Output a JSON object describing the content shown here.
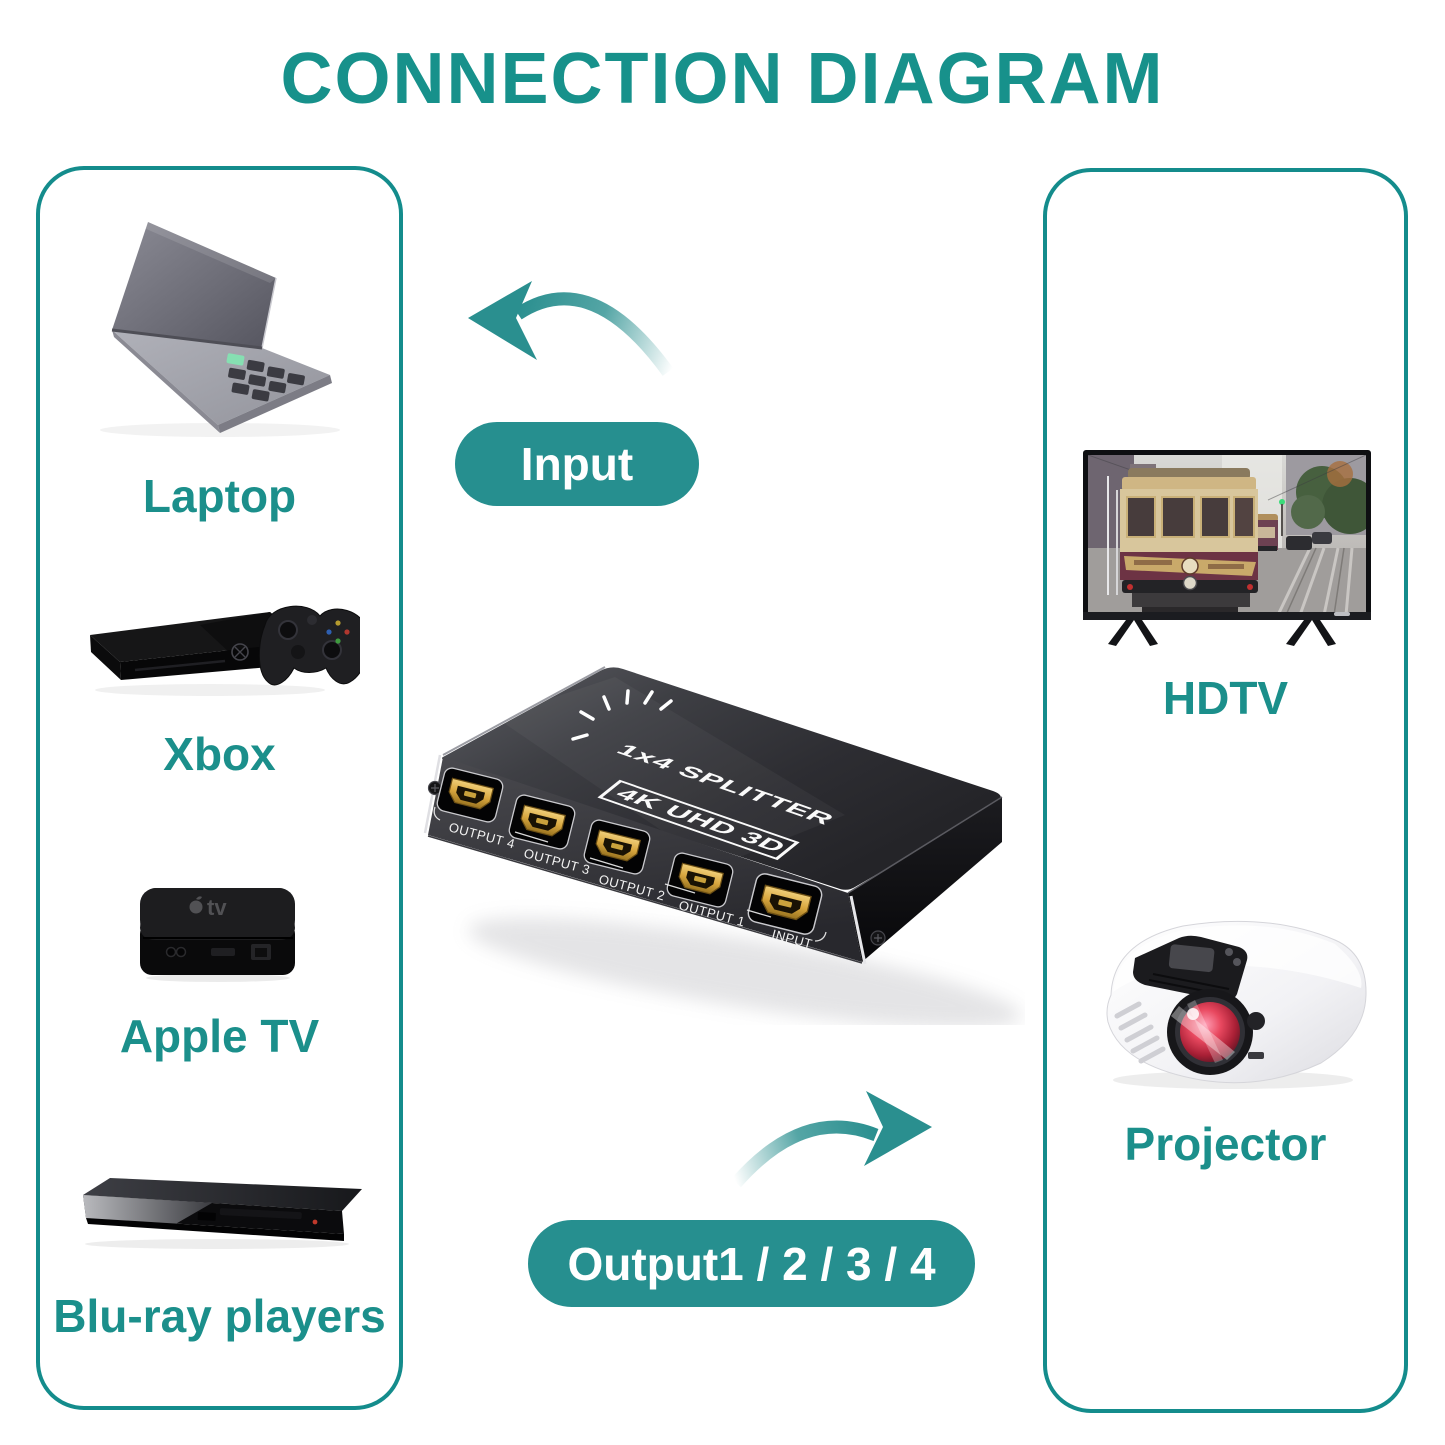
{
  "title": "CONNECTION DIAGRAM",
  "colors": {
    "title_teal": "#17918b",
    "label_teal": "#1b8f8b",
    "pill_teal": "#268f8f",
    "border_teal": "#148c8c",
    "arrow_teal": "#2a8f8f"
  },
  "source_panel": {
    "items": [
      {
        "label": "Laptop",
        "icon": "laptop-image"
      },
      {
        "label": "Xbox",
        "icon": "xbox-image"
      },
      {
        "label": "Apple TV",
        "icon": "apple-tv-image"
      },
      {
        "label": "Blu-ray players",
        "icon": "blu-ray-player-image"
      }
    ]
  },
  "display_panel": {
    "items": [
      {
        "label": "HDTV",
        "icon": "hdtv-image"
      },
      {
        "label": "Projector",
        "icon": "projector-image"
      }
    ]
  },
  "splitter": {
    "brand_line1": "1x4 SPLITTER",
    "brand_line2": "4K UHD 3D",
    "ports": [
      "OUTPUT 4",
      "OUTPUT 3",
      "OUTPUT 2",
      "OUTPUT 1",
      "INPUT"
    ]
  },
  "annotations": {
    "input_pill": "Input",
    "output_pill": "Output1 / 2 / 3 / 4"
  }
}
